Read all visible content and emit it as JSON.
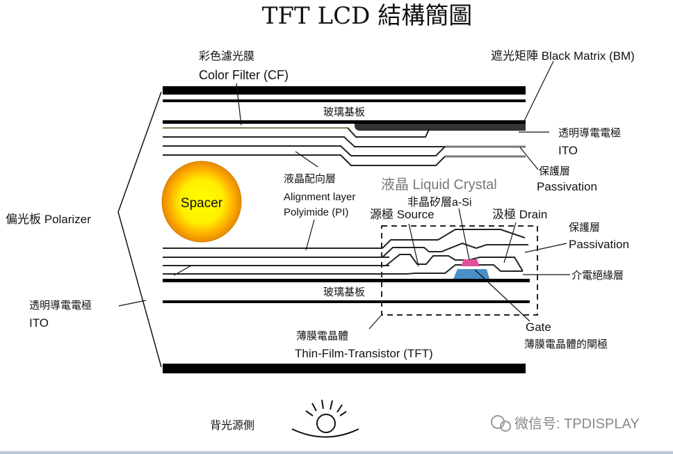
{
  "title": "TFT LCD 結構簡圖",
  "labels": {
    "cf_zh": "彩色濾光膜",
    "cf_en": "Color Filter (CF)",
    "bm": "遮光矩陣 Black Matrix (BM)",
    "glass_top": "玻璃基板",
    "glass_bottom": "玻璃基板",
    "ito_top_zh": "透明導電電極",
    "ito_top_en": "ITO",
    "pass_top_zh": "保護層",
    "pass_top_en": "Passivation",
    "align_zh": "液晶配向層",
    "align_en1": "Alignment layer",
    "align_en2": "Polyimide (PI)",
    "lc": "液晶 Liquid Crystal",
    "spacer": "Spacer",
    "polarizer": "偏光板 Polarizer",
    "asi": "非晶矽層a-Si",
    "source": "源極 Source",
    "drain": "汲極 Drain",
    "pass_bot_zh": "保護層",
    "pass_bot_en": "Passivation",
    "dielectric": "介電絕緣層",
    "ito_bot_zh": "透明導電電極",
    "ito_bot_en": "ITO",
    "tft_zh": "薄膜電晶體",
    "tft_en": "Thin-Film-Transistor (TFT)",
    "gate_en": "Gate",
    "gate_zh": "薄膜電晶體的閘極",
    "backlight": "背光源側",
    "watermark": "微信号: TPDISPLAY"
  }
}
